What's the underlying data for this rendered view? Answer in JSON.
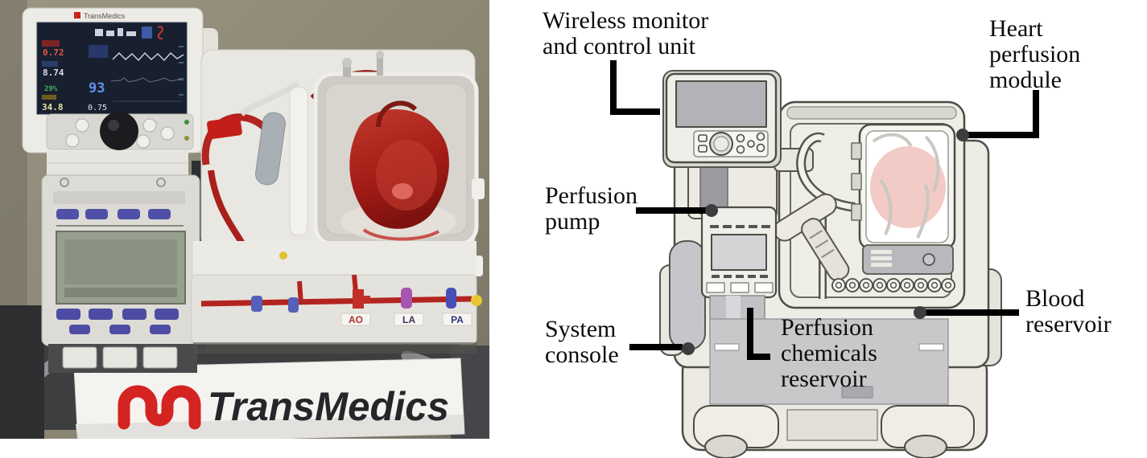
{
  "figure": {
    "photo": {
      "monitor_brand": "TransMedics",
      "cart_sign": "TransMedics",
      "screen_readings": [
        "0.72",
        "8.74",
        "29%",
        "34.8",
        "93",
        "0.75"
      ],
      "port_labels": [
        "AO",
        "LA",
        "PA"
      ]
    },
    "diagram": {
      "labels": {
        "wireless_monitor": {
          "line1": "Wireless monitor",
          "line2": "and control unit"
        },
        "perfusion_pump": {
          "line1": "Perfusion",
          "line2": "pump"
        },
        "system_console": {
          "line1": "System",
          "line2": "console"
        },
        "heart_perfusion_module": {
          "line1": "Heart",
          "line2": "perfusion",
          "line3": "module"
        },
        "perfusion_chemicals_reservoir": {
          "line1": "Perfusion",
          "line2": "chemicals",
          "line3": "reservoir"
        },
        "blood_reservoir": {
          "line1": "Blood",
          "line2": "reservoir"
        }
      }
    },
    "colors": {
      "brand_red": "#d42421",
      "tube_red": "#b22420",
      "heart_pink": "#f2cac6",
      "panel_gray": "#c8c8cb",
      "leader_line": "#000000",
      "label_text": "#0c0c0c"
    }
  }
}
